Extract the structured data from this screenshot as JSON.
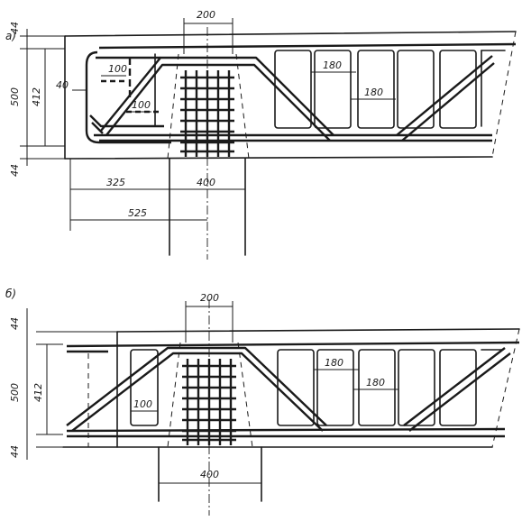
{
  "panel_a": {
    "label": "а)",
    "dim_top": "200",
    "dim_cover_top": "44",
    "dim_cover_bottom": "44",
    "dim_height": "500",
    "dim_inner": "412",
    "dim_40": "40",
    "dim_100_upper": "100",
    "dim_100_lower": "100",
    "dim_180_upper": "180",
    "dim_180_lower": "180",
    "dim_325": "325",
    "dim_400": "400",
    "dim_525": "525"
  },
  "panel_b": {
    "label": "б)",
    "dim_top": "200",
    "dim_cover_top": "44",
    "dim_cover_bottom": "44",
    "dim_height": "500",
    "dim_inner": "412",
    "dim_100": "100",
    "dim_180_upper": "180",
    "dim_180_lower": "180",
    "dim_400": "400"
  }
}
